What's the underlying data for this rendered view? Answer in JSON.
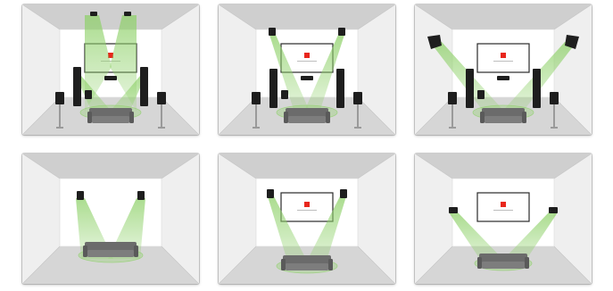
{
  "colors": {
    "ceiling": "#cfcfcf",
    "wall_side": "#efefef",
    "back_wall": "#ffffff",
    "floor": "#d6d6d6",
    "beam": "#8fd16a",
    "speaker": "#1e1e1e",
    "sofa": "#6b6b6b",
    "logo": "#e8261c",
    "frame": "#2a2a2a"
  },
  "panels": [
    {
      "id": "panel-1",
      "screen": true,
      "layout": "ceiling-front-towers"
    },
    {
      "id": "panel-2",
      "screen": true,
      "layout": "front-high-towers"
    },
    {
      "id": "panel-3",
      "screen": true,
      "layout": "corner-top-towers"
    },
    {
      "id": "panel-4",
      "screen": false,
      "layout": "wall-pair"
    },
    {
      "id": "panel-5",
      "screen": true,
      "layout": "front-high"
    },
    {
      "id": "panel-6",
      "screen": true,
      "layout": "wide-side"
    }
  ]
}
